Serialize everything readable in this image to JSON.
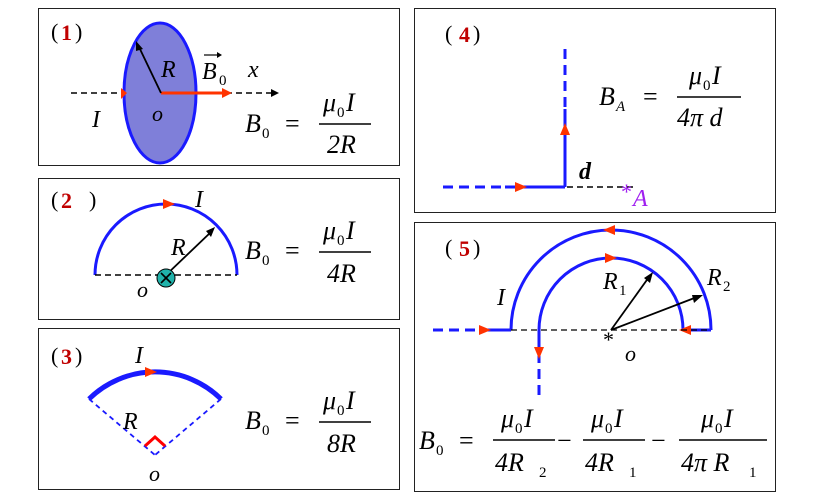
{
  "panels": {
    "p1": {
      "number": "1",
      "labels": {
        "R": "R",
        "B": "B",
        "B_sub": "0",
        "x": "x",
        "I": "I",
        "o": "o"
      },
      "formula": {
        "lhs": "B",
        "lhs_sub": "0",
        "eq": "=",
        "num": "μ",
        "num_sub": "0",
        "num_tail": "I",
        "den": "2R"
      }
    },
    "p2": {
      "number": "2",
      "labels": {
        "I": "I",
        "R": "R",
        "o": "o"
      },
      "formula": {
        "lhs": "B",
        "lhs_sub": "0",
        "eq": "=",
        "num": "μ",
        "num_sub": "0",
        "num_tail": "I",
        "den": "4R"
      }
    },
    "p3": {
      "number": "3",
      "labels": {
        "I": "I",
        "R": "R",
        "o": "o"
      },
      "formula": {
        "lhs": "B",
        "lhs_sub": "0",
        "eq": "=",
        "num": "μ",
        "num_sub": "0",
        "num_tail": "I",
        "den": "8R"
      }
    },
    "p4": {
      "number": "4",
      "labels": {
        "d": "d",
        "A_star": "*",
        "A": "A"
      },
      "formula": {
        "lhs": "B",
        "lhs_sub": "A",
        "eq": "=",
        "num": "μ",
        "num_sub": "0",
        "num_tail": "I",
        "den": "4π d"
      }
    },
    "p5": {
      "number": "5",
      "labels": {
        "I": "I",
        "R1": "R",
        "R1_sub": "1",
        "R2": "R",
        "R2_sub": "2",
        "star": "*",
        "o": "o"
      },
      "formula": {
        "lhs": "B",
        "lhs_sub": "0",
        "eq": "=",
        "t1_num": "μ",
        "t1_num_sub": "0",
        "t1_num_tail": "I",
        "t1_den": "4R",
        "t1_den_sub": "2",
        "minus1": "−",
        "t2_num": "μ",
        "t2_num_sub": "0",
        "t2_num_tail": "I",
        "t2_den": "4R",
        "t2_den_sub": "1",
        "minus2": "−",
        "t3_num": "μ",
        "t3_num_sub": "0",
        "t3_num_tail": "I",
        "t3_den": "4π R",
        "t3_den_sub": "1"
      }
    }
  },
  "colors": {
    "wire": "#1a1aff",
    "arrow": "#ff3300",
    "number": "#c00000",
    "disk": "#7f7fd9",
    "purple": "#a020f0"
  }
}
